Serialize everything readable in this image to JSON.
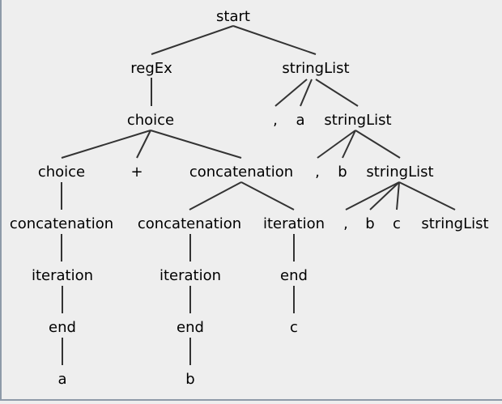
{
  "tree": {
    "nodes": [
      {
        "id": "n_start",
        "label": "start"
      },
      {
        "id": "n_regex",
        "label": "regEx"
      },
      {
        "id": "n_stringlist1",
        "label": "stringList"
      },
      {
        "id": "n_choice1",
        "label": "choice"
      },
      {
        "id": "n_comma1",
        "label": ","
      },
      {
        "id": "n_a1",
        "label": "a"
      },
      {
        "id": "n_stringlist2",
        "label": "stringList"
      },
      {
        "id": "n_choice2",
        "label": "choice"
      },
      {
        "id": "n_plus",
        "label": "+"
      },
      {
        "id": "n_concat1",
        "label": "concatenation"
      },
      {
        "id": "n_comma2",
        "label": ","
      },
      {
        "id": "n_b1",
        "label": "b"
      },
      {
        "id": "n_stringlist3",
        "label": "stringList"
      },
      {
        "id": "n_concat2",
        "label": "concatenation"
      },
      {
        "id": "n_concat3",
        "label": "concatenation"
      },
      {
        "id": "n_iter1",
        "label": "iteration"
      },
      {
        "id": "n_comma3",
        "label": ","
      },
      {
        "id": "n_b2",
        "label": "b"
      },
      {
        "id": "n_c1",
        "label": "c"
      },
      {
        "id": "n_stringlist4",
        "label": "stringList"
      },
      {
        "id": "n_iter2",
        "label": "iteration"
      },
      {
        "id": "n_iter3",
        "label": "iteration"
      },
      {
        "id": "n_end1",
        "label": "end"
      },
      {
        "id": "n_end2",
        "label": "end"
      },
      {
        "id": "n_end3",
        "label": "end"
      },
      {
        "id": "n_c2",
        "label": "c"
      },
      {
        "id": "n_a2",
        "label": "a"
      },
      {
        "id": "n_b3",
        "label": "b"
      }
    ],
    "edges": [
      [
        "n_start",
        "n_regex"
      ],
      [
        "n_start",
        "n_stringlist1"
      ],
      [
        "n_regex",
        "n_choice1"
      ],
      [
        "n_stringlist1",
        "n_comma1"
      ],
      [
        "n_stringlist1",
        "n_a1"
      ],
      [
        "n_stringlist1",
        "n_stringlist2"
      ],
      [
        "n_choice1",
        "n_choice2"
      ],
      [
        "n_choice1",
        "n_plus"
      ],
      [
        "n_choice1",
        "n_concat1"
      ],
      [
        "n_stringlist2",
        "n_comma2"
      ],
      [
        "n_stringlist2",
        "n_b1"
      ],
      [
        "n_stringlist2",
        "n_stringlist3"
      ],
      [
        "n_choice2",
        "n_concat2"
      ],
      [
        "n_concat1",
        "n_concat3"
      ],
      [
        "n_concat1",
        "n_iter1"
      ],
      [
        "n_stringlist3",
        "n_comma3"
      ],
      [
        "n_stringlist3",
        "n_b2"
      ],
      [
        "n_stringlist3",
        "n_c1"
      ],
      [
        "n_stringlist3",
        "n_stringlist4"
      ],
      [
        "n_concat2",
        "n_iter2"
      ],
      [
        "n_concat3",
        "n_iter3"
      ],
      [
        "n_iter1",
        "n_end3"
      ],
      [
        "n_iter2",
        "n_end1"
      ],
      [
        "n_iter3",
        "n_end2"
      ],
      [
        "n_end3",
        "n_c2"
      ],
      [
        "n_end1",
        "n_a2"
      ],
      [
        "n_end2",
        "n_b3"
      ]
    ]
  }
}
